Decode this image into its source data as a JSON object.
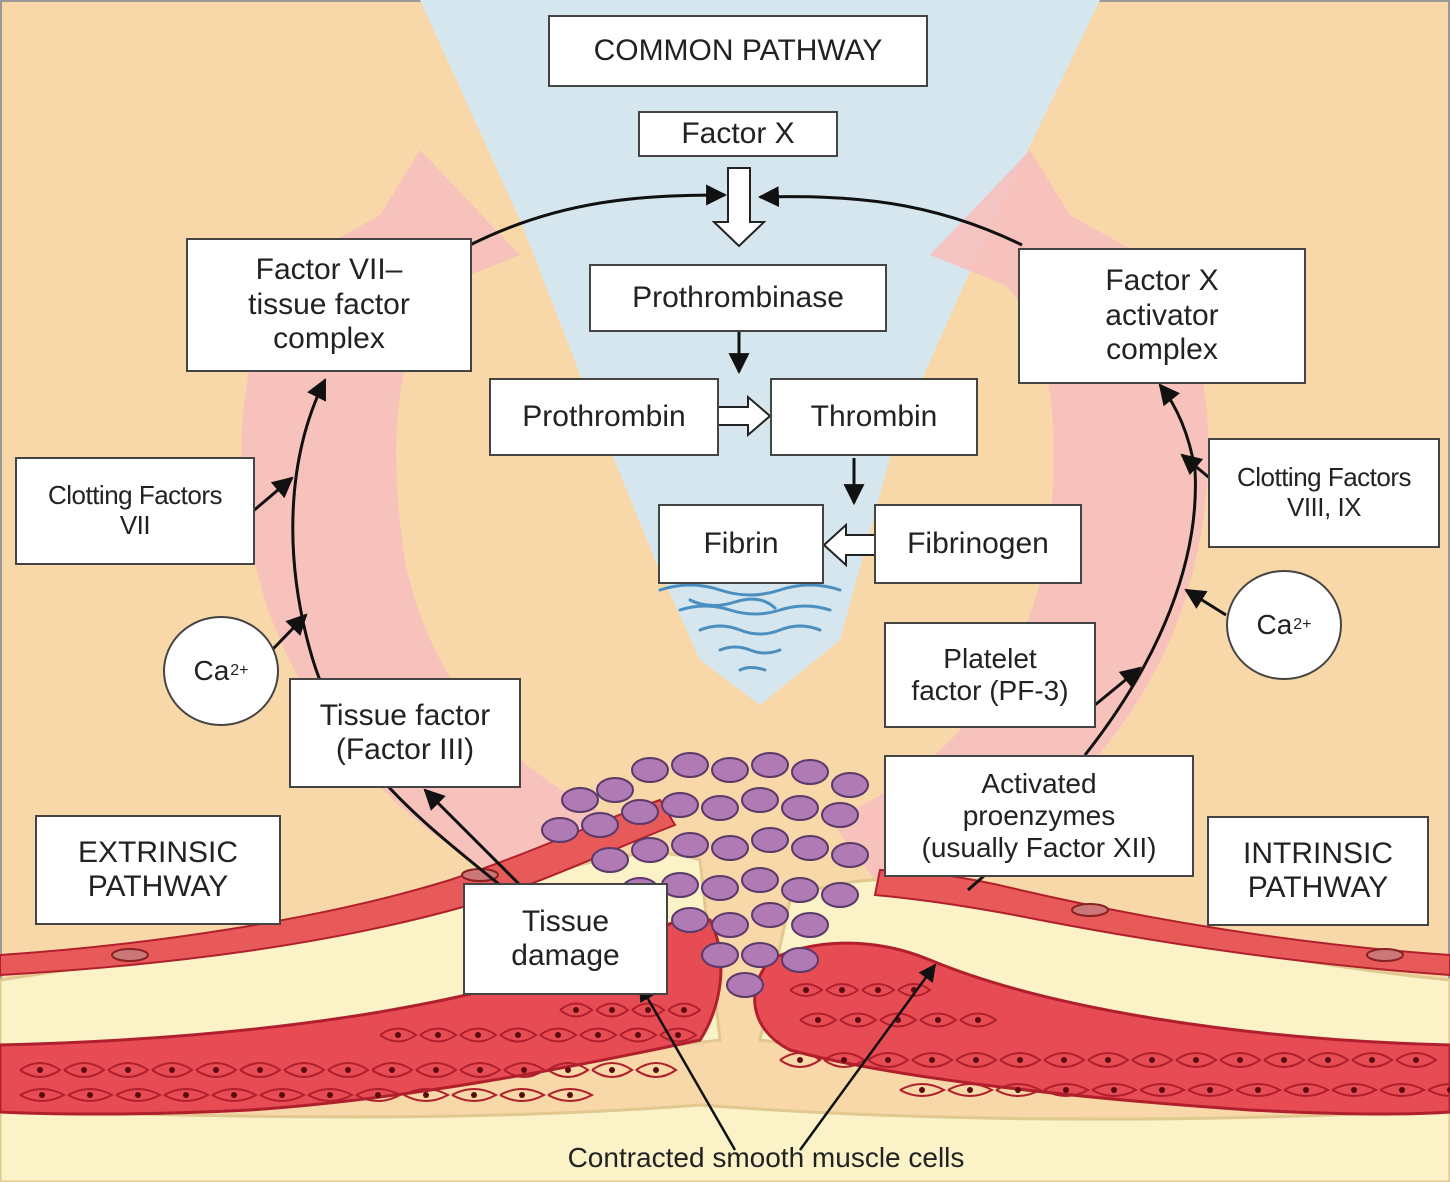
{
  "colors": {
    "background": "#f8d8a8",
    "common_zone": "#d6e6ee",
    "loop_arrows": "#f6c0bc",
    "muscle": "#e74c55",
    "muscle_outline": "#b0202c",
    "connective": "#fbf2c8",
    "clot_cell": "#b07ab5",
    "fibrin_strand": "#4a8fc0",
    "line": "#111111"
  },
  "common_pathway": {
    "title": "COMMON PATHWAY",
    "factor_x": "Factor X",
    "prothrombinase": "Prothrombinase",
    "prothrombin": "Prothrombin",
    "thrombin": "Thrombin",
    "fibrin": "Fibrin",
    "fibrinogen": "Fibrinogen"
  },
  "extrinsic": {
    "title_line1": "EXTRINSIC",
    "title_line2": "PATHWAY",
    "complex_line1": "Factor VII–",
    "complex_line2": "tissue factor",
    "complex_line3": "complex",
    "clotting_line1": "Clotting Factors",
    "clotting_line2": "VII",
    "calcium": "Ca",
    "calcium_charge": "2+",
    "tissue_factor_line1": "Tissue factor",
    "tissue_factor_line2": "(Factor III)",
    "tissue_damage_line1": "Tissue",
    "tissue_damage_line2": "damage"
  },
  "intrinsic": {
    "title_line1": "INTRINSIC",
    "title_line2": "PATHWAY",
    "complex_line1": "Factor X",
    "complex_line2": "activator",
    "complex_line3": "complex",
    "clotting_line1": "Clotting Factors",
    "clotting_line2": "VIII, IX",
    "calcium": "Ca",
    "calcium_charge": "2+",
    "platelet_line1": "Platelet",
    "platelet_line2": "factor (PF-3)",
    "activated_line1": "Activated",
    "activated_line2": "proenzymes",
    "activated_line3": "(usually Factor XII)"
  },
  "footer_caption": "Contracted smooth muscle cells"
}
